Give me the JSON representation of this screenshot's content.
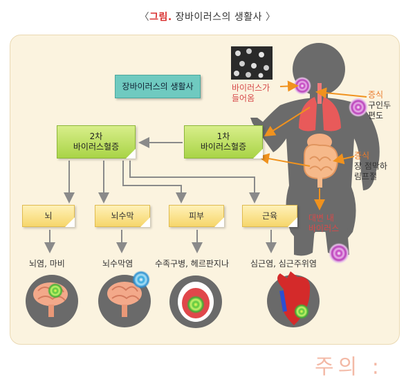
{
  "title": {
    "bracket_open": "〈",
    "keyword": "그림.",
    "text": " 장바이러스의 생활사",
    "bracket_close": "〉"
  },
  "diagram_title": "장바이러스의 생활사",
  "viremia_primary": "1차\n바이러스혈증",
  "viremia_secondary": "2차\n바이러스혈증",
  "organs": [
    "뇌",
    "뇌수막",
    "피부",
    "근육"
  ],
  "diseases": [
    "뇌염, 마비",
    "뇌수막염",
    "수족구병, 헤르판지나",
    "심근염, 심근주위염"
  ],
  "virus_entry": "바이러스가\n들어옴",
  "throat_growth": {
    "title": "증식",
    "detail": "구인두\n편도"
  },
  "gut_growth": {
    "title": "증식",
    "detail": "장 점막하\n림프절"
  },
  "stool_virus": "대변 내\n바이러스",
  "watermark": "주의 :",
  "colors": {
    "teal_box": "#6fcac0",
    "green_box": "#a9d447",
    "yellow_box": "#f6d66b",
    "arrow_orange": "#f0921e",
    "arrow_gray": "#8a8a8a",
    "label_red": "#d64a4a",
    "panel": "#fbf3df"
  },
  "icons": [
    "virus-micrograph-icon",
    "child-silhouette-icon",
    "lungs-icon",
    "intestine-icon",
    "brain-icon",
    "meninges-brain-icon",
    "mouth-throat-icon",
    "heart-icon",
    "infection-swirl-icon"
  ]
}
